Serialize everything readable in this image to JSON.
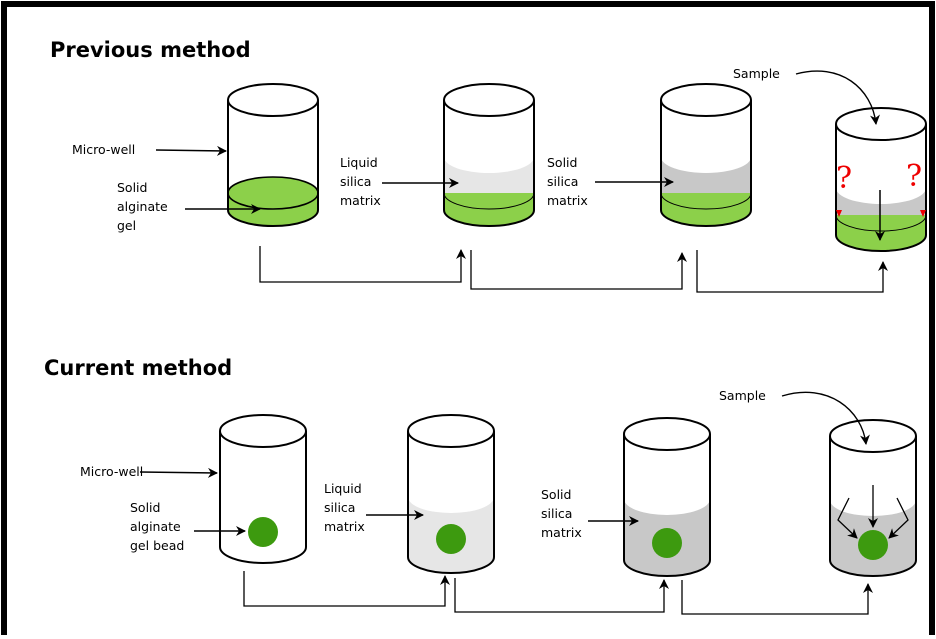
{
  "sections": {
    "previous": {
      "title": "Previous method"
    },
    "current": {
      "title": "Current method"
    }
  },
  "labels": {
    "micro_well": "Micro-well",
    "solid_alginate_gel": [
      "Solid",
      "alginate",
      "gel"
    ],
    "solid_alginate_gel_bead": [
      "Solid",
      "alginate",
      "gel bead"
    ],
    "liquid_silica_matrix": [
      "Liquid",
      "silica",
      "matrix"
    ],
    "solid_silica_matrix": [
      "Solid",
      "silica",
      "matrix"
    ],
    "sample": "Sample",
    "uncertainty": "?"
  },
  "colors": {
    "alginate_green": "#8cd04a",
    "bead_green": "#3d9a0f",
    "liquid_silica": "#e6e6e6",
    "solid_silica": "#c8c8c8",
    "uncertainty_red": "#ee0000",
    "outline": "#000000"
  }
}
